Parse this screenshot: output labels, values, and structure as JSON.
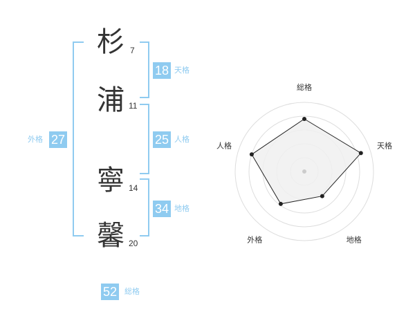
{
  "name": {
    "characters": [
      {
        "char": "杉",
        "strokes": "7"
      },
      {
        "char": "浦",
        "strokes": "11"
      },
      {
        "char": "寧",
        "strokes": "14"
      },
      {
        "char": "馨",
        "strokes": "20"
      }
    ]
  },
  "kakusu": {
    "tenkaku": {
      "value": "18",
      "label": "天格"
    },
    "jinkaku": {
      "value": "25",
      "label": "人格"
    },
    "chikaku": {
      "value": "34",
      "label": "地格"
    },
    "gaikaku": {
      "value": "27",
      "label": "外格"
    },
    "soukaku": {
      "value": "52",
      "label": "総格"
    }
  },
  "colors": {
    "accent": "#8fcbf0",
    "text": "#333333",
    "radar_fill": "#f0f0f0",
    "radar_line": "#222222",
    "ring": "#dddddd"
  },
  "chart_data": {
    "type": "radar",
    "axes": [
      "総格",
      "天格",
      "地格",
      "外格",
      "人格"
    ],
    "values": [
      3.8,
      4.3,
      2.2,
      2.9,
      4.0
    ],
    "range": [
      0,
      5
    ]
  }
}
